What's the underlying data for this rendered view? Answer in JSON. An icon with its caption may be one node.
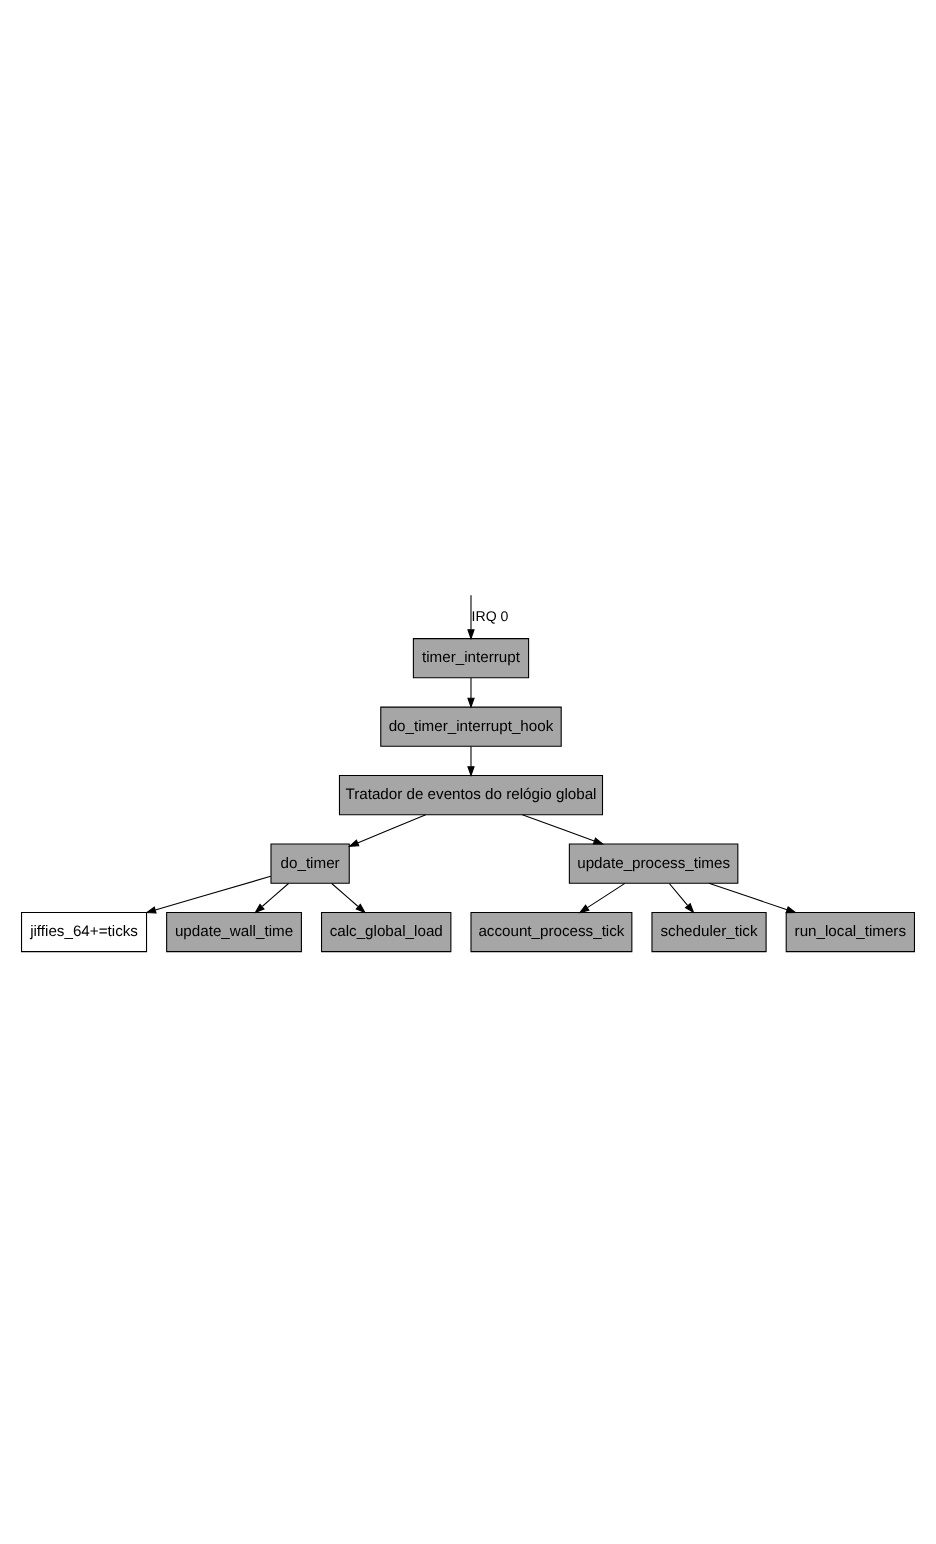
{
  "diagram": {
    "nodes": [
      {
        "text": [
          "timer_interrupt"
        ]
      },
      {
        "text": [
          "do_timer_interrupt_hook"
        ]
      },
      {
        "text": [
          "Tratador de eventos do relógio global"
        ]
      },
      {
        "text": [
          "do_timer"
        ]
      },
      {
        "text": [
          "jiffies_64+=ticks"
        ]
      },
      {
        "text": [
          "update_wall_time"
        ]
      },
      {
        "text": [
          "calc_global_load"
        ]
      },
      {
        "text": [
          "update_process_times"
        ]
      },
      {
        "text": [
          "account_process_tick"
        ]
      },
      {
        "text": [
          "scheduler_tick"
        ]
      },
      {
        "text": [
          "run_local_timers"
        ]
      }
    ],
    "edges": [
      {
        "from": null,
        "to": 0,
        "arrow": "to",
        "label": "IRQ 0"
      },
      {
        "from": 0,
        "to": 1,
        "arrow": "to"
      },
      {
        "from": 1,
        "to": 2,
        "arrow": "to"
      },
      {
        "from": 2,
        "to": 3,
        "arrow": "to"
      },
      {
        "from": 2,
        "to": 7,
        "arrow": "to"
      },
      {
        "from": 3,
        "to": 4,
        "arrow": "to"
      },
      {
        "from": 3,
        "to": 5,
        "arrow": "to"
      },
      {
        "from": 3,
        "to": 6,
        "arrow": "to"
      },
      {
        "from": 7,
        "to": 8,
        "arrow": "to"
      },
      {
        "from": 7,
        "to": 9,
        "arrow": "to"
      },
      {
        "from": 7,
        "to": 10,
        "arrow": "to"
      }
    ]
  }
}
